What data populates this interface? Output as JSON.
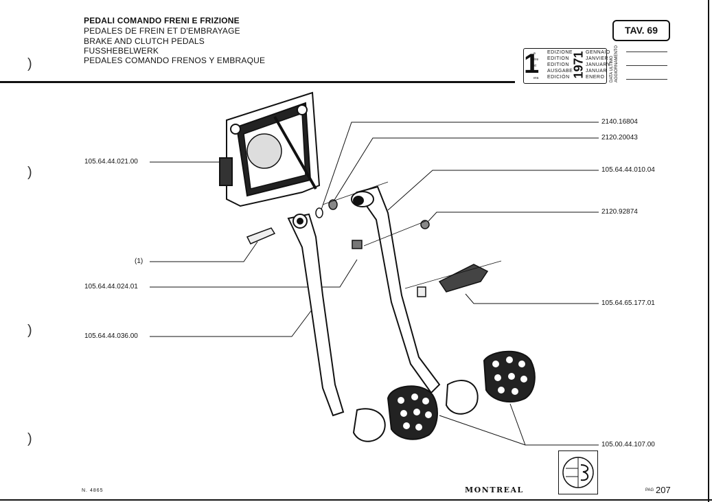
{
  "header": {
    "titles": [
      "PEDALI COMANDO FRENI E FRIZIONE",
      "PEDALES DE FREIN ET D'EMBRAYAGE",
      "BRAKE AND CLUTCH PEDALS",
      "FUSSHEBELWERK",
      "PEDALES COMANDO FRENOS Y EMBRAQUE"
    ],
    "table_label": "TAV. 69"
  },
  "edition": {
    "number": "1",
    "ordinals": [
      "a",
      "ère",
      "st",
      "",
      "era"
    ],
    "words": [
      "EDIZIONE",
      "EDITION",
      "EDITION",
      "AUSGABE",
      "EDICIÓN"
    ],
    "year": "1971",
    "months": [
      "GENNAIO",
      "JANVIER",
      "JANUARY",
      "JANUAR",
      "ENERO"
    ],
    "update_label": "DATA ULTIMO AGGIORNAMENTO"
  },
  "parts": {
    "p2140_16804": "2140.16804",
    "p2120_20043": "2120.20043",
    "p105_64_44_010_04": "105.64.44.010.04",
    "p2120_92874": "2120.92874",
    "p105_64_65_177_01": "105.64.65.177.01",
    "p105_00_44_107_00": "105.00.44.107.00",
    "p105_64_44_021_00": "105.64.44.021.00",
    "p1": "(1)",
    "p105_64_44_024_01": "105.64.44.024.01",
    "p105_64_44_036_00": "105.64.44.036.00"
  },
  "footer": {
    "doc_number": "N. 4865",
    "brand": "MONTREAL",
    "page_prefix": "PAG",
    "page_number": "207"
  },
  "colors": {
    "ink": "#111111",
    "paper": "#ffffff"
  }
}
